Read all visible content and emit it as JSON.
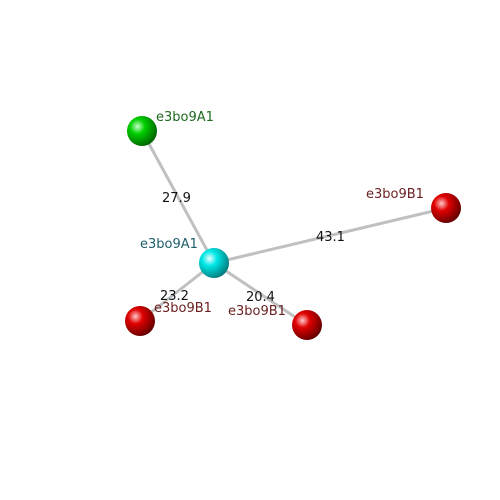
{
  "colors": {
    "center_atom": "#00e5e5",
    "green_atom": "#00cc00",
    "red_atom": "#dd0000",
    "label_center": "#1f5f6a",
    "label_green": "#1f6a1f",
    "label_red": "#6a1f1f",
    "bond": "#c8c8c8"
  },
  "atoms": {
    "center": {
      "label": "e3bo9A1"
    },
    "top_left": {
      "label": "e3bo9A1"
    },
    "right": {
      "label": "e3bo9B1"
    },
    "bottom_left": {
      "label": "e3bo9B1"
    },
    "bottom_right": {
      "label": "e3bo9B1"
    }
  },
  "distances": {
    "top_left": "27.9",
    "right": "43.1",
    "bottom_left": "23.2",
    "bottom_right": "20.4"
  }
}
